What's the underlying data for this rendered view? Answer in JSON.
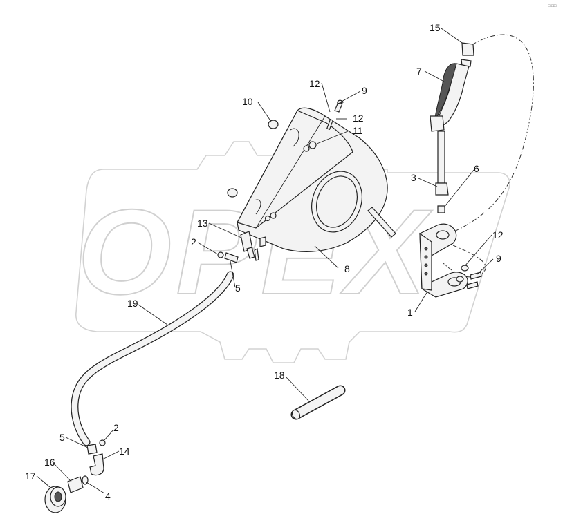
{
  "watermark": "OPEX",
  "corner_mark": "□ □□",
  "callouts": [
    {
      "id": "c15",
      "text": "15"
    },
    {
      "id": "c7",
      "text": "7"
    },
    {
      "id": "c12a",
      "text": "12"
    },
    {
      "id": "c9a",
      "text": "9"
    },
    {
      "id": "c10",
      "text": "10"
    },
    {
      "id": "c12b",
      "text": "12"
    },
    {
      "id": "c11",
      "text": "11"
    },
    {
      "id": "c3",
      "text": "3"
    },
    {
      "id": "c6",
      "text": "6"
    },
    {
      "id": "c13",
      "text": "13"
    },
    {
      "id": "c2a",
      "text": "2"
    },
    {
      "id": "c12c",
      "text": "12"
    },
    {
      "id": "c9b",
      "text": "9"
    },
    {
      "id": "c8",
      "text": "8"
    },
    {
      "id": "c5a",
      "text": "5"
    },
    {
      "id": "c19",
      "text": "19"
    },
    {
      "id": "c1",
      "text": "1"
    },
    {
      "id": "c18",
      "text": "18"
    },
    {
      "id": "c2b",
      "text": "2"
    },
    {
      "id": "c5b",
      "text": "5"
    },
    {
      "id": "c14",
      "text": "14"
    },
    {
      "id": "c16",
      "text": "16"
    },
    {
      "id": "c17",
      "text": "17"
    },
    {
      "id": "c4",
      "text": "4"
    }
  ]
}
